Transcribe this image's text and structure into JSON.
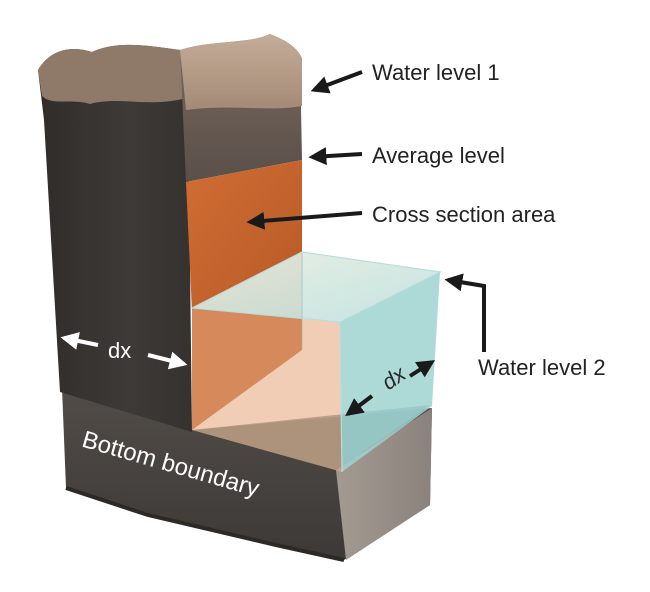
{
  "labels": {
    "water_level_1": "Water level 1",
    "average_level": "Average level",
    "cross_section_area": "Cross section area",
    "water_level_2": "Water level 2",
    "dx_left": "dx",
    "dx_right": "dx",
    "bottom_boundary": "Bottom boundary"
  },
  "colors": {
    "topsoil": "#a88f7c",
    "dark_soil": "#3c3836",
    "cross_section": "#c9662e",
    "water": "#9fd2d0",
    "base": "#4a4744",
    "arrow": "#1a1a1a",
    "dx_arrow": "#ffffff"
  },
  "icons": {
    "leader": "arrow-icon",
    "dimension": "double-arrow-icon"
  }
}
